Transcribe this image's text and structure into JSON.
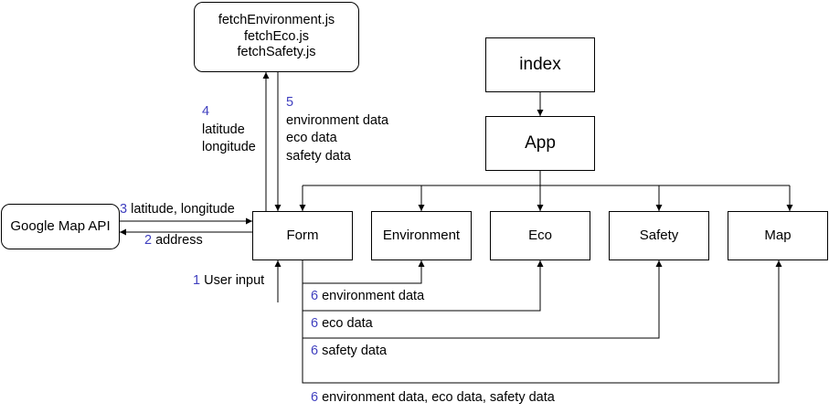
{
  "nodes": {
    "fetch": [
      "fetchEnvironment.js",
      "fetchEco.js",
      "fetchSafety.js"
    ],
    "index": "index",
    "app": "App",
    "google": "Google Map API",
    "form": "Form",
    "environment": "Environment",
    "eco": "Eco",
    "safety": "Safety",
    "map": "Map"
  },
  "edges": {
    "step4": {
      "num": "4",
      "lines": [
        "latitude",
        "longitude"
      ]
    },
    "step5": {
      "num": "5",
      "lines": [
        "environment data",
        "eco data",
        "safety data"
      ]
    },
    "step3": {
      "num": "3",
      "text": "latitude, longitude"
    },
    "step2": {
      "num": "2",
      "text": "address"
    },
    "step1": {
      "num": "1",
      "text": "User input"
    },
    "step6_env": {
      "num": "6",
      "text": "environment data"
    },
    "step6_eco": {
      "num": "6",
      "text": "eco data"
    },
    "step6_safety": {
      "num": "6",
      "text": "safety data"
    },
    "step6_map": {
      "num": "6",
      "text": "environment data, eco data, safety data"
    }
  }
}
